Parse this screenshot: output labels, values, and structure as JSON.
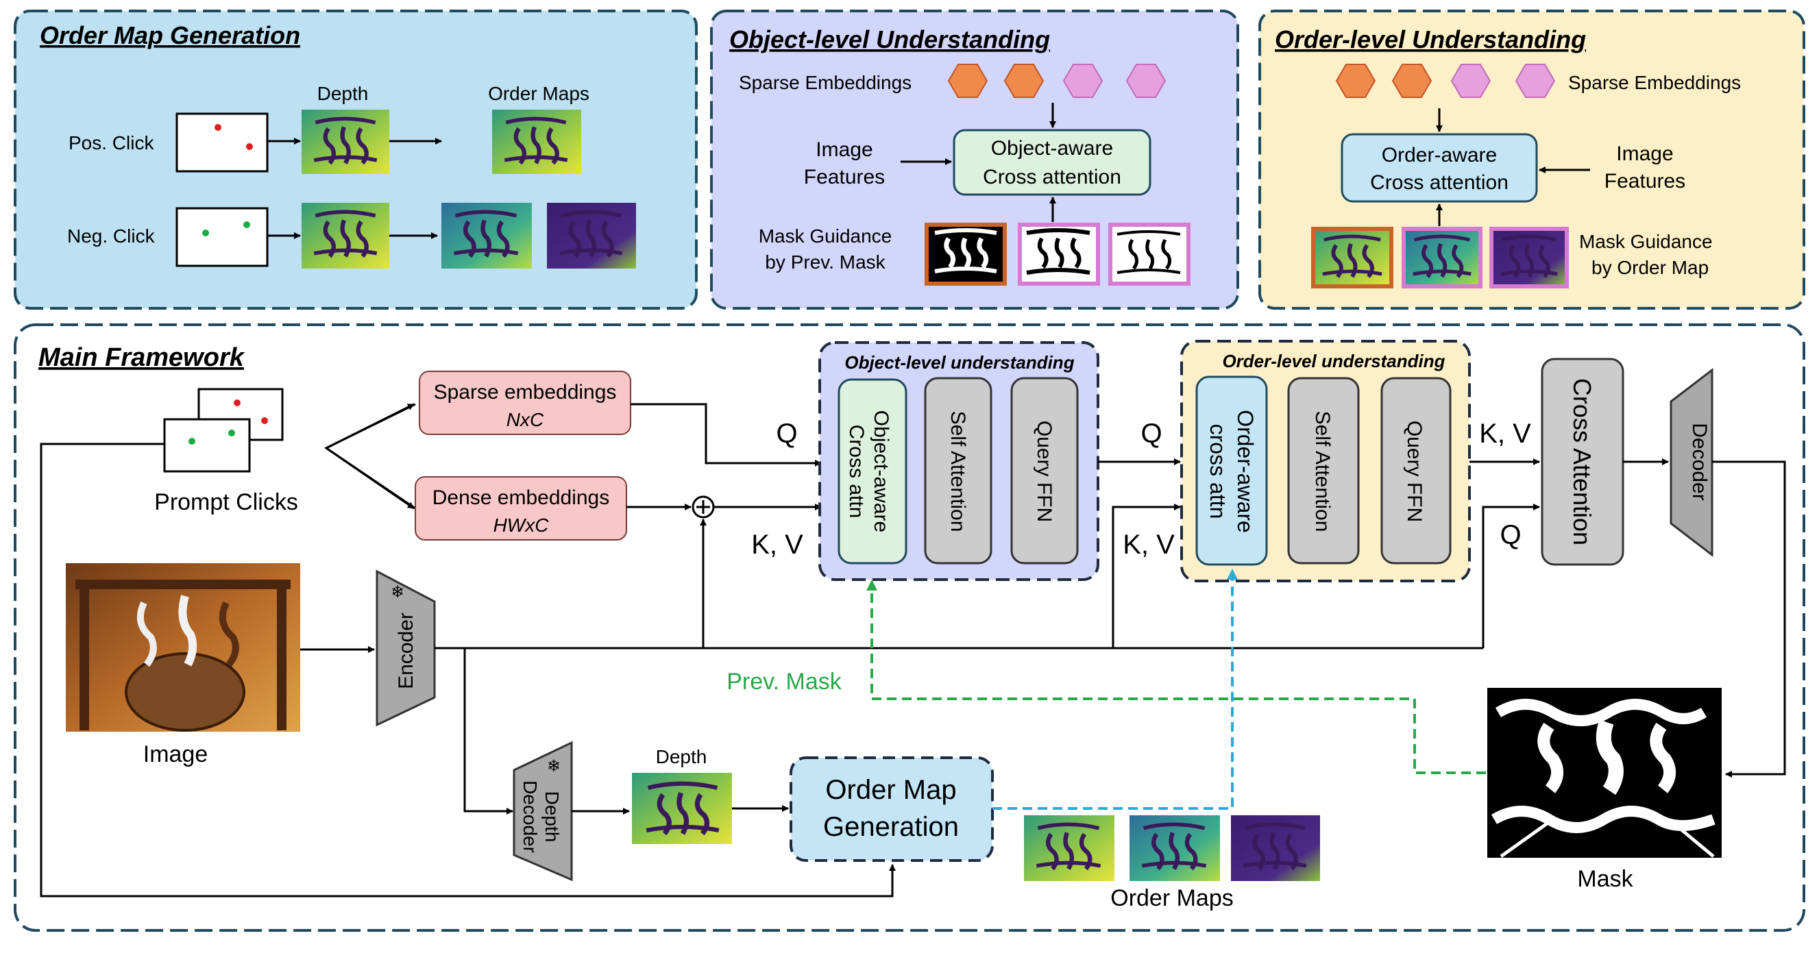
{
  "panels": {
    "order_map_generation": {
      "title": "Order Map Generation",
      "depth_label": "Depth",
      "order_maps_label": "Order Maps",
      "pos_click_label": "Pos. Click",
      "neg_click_label": "Neg. Click"
    },
    "object_level": {
      "title": "Object-level Understanding",
      "sparse_label": "Sparse Embeddings",
      "image_features_line1": "Image",
      "image_features_line2": "Features",
      "block_line1": "Object-aware",
      "block_line2": "Cross attention",
      "mask_guidance_line1": "Mask Guidance",
      "mask_guidance_line2": "by Prev. Mask"
    },
    "order_level": {
      "title": "Order-level Understanding",
      "sparse_label": "Sparse Embeddings",
      "block_line1": "Order-aware",
      "block_line2": "Cross attention",
      "image_features_line1": "Image",
      "image_features_line2": "Features",
      "mask_guidance_line1": "Mask Guidance",
      "mask_guidance_line2": "by Order Map"
    },
    "main": {
      "title": "Main Framework",
      "prompt_clicks": "Prompt Clicks",
      "sparse_emb": "Sparse embeddings",
      "sparse_dim": "NxC",
      "dense_emb": "Dense embeddings",
      "dense_dim": "HWxC",
      "image_label": "Image",
      "encoder": "Encoder",
      "depth_decoder_line1": "Depth",
      "depth_decoder_line2": "Decoder",
      "depth_label": "Depth",
      "order_map_gen_line1": "Order Map",
      "order_map_gen_line2": "Generation",
      "order_maps_label": "Order Maps",
      "prev_mask": "Prev. Mask",
      "obj_group_title": "Object-level understanding",
      "obj_block1_line1": "Object-aware",
      "obj_block1_line2": "Cross attn",
      "self_attention": "Self Attention",
      "query_ffn": "Query FFN",
      "ord_group_title": "Order-level understanding",
      "ord_block1_line1": "Order-aware",
      "ord_block1_line2": "cross attn",
      "q1": "Q",
      "kv1": "K, V",
      "q2": "Q",
      "kv2": "K, V",
      "kv3": "K, V",
      "q3": "Q",
      "cross_attention": "Cross Attention",
      "decoder": "Decoder",
      "mask_label": "Mask"
    }
  },
  "colors": {
    "panel1_fill": "#bde1f3",
    "panel2_fill": "#d2d6fb",
    "panel3_fill": "#fdf0c8",
    "border": "#1f4a5e",
    "pink_fill": "#f8c7c7",
    "green_fill": "#ddf1df",
    "blue_fill": "#c4e5f6",
    "gray_fill": "#cccccc",
    "orange": "#f08a4b",
    "pink_hex": "#e6a0de",
    "green_dash": "#2aa84a",
    "blue_dash": "#2aaad8"
  }
}
